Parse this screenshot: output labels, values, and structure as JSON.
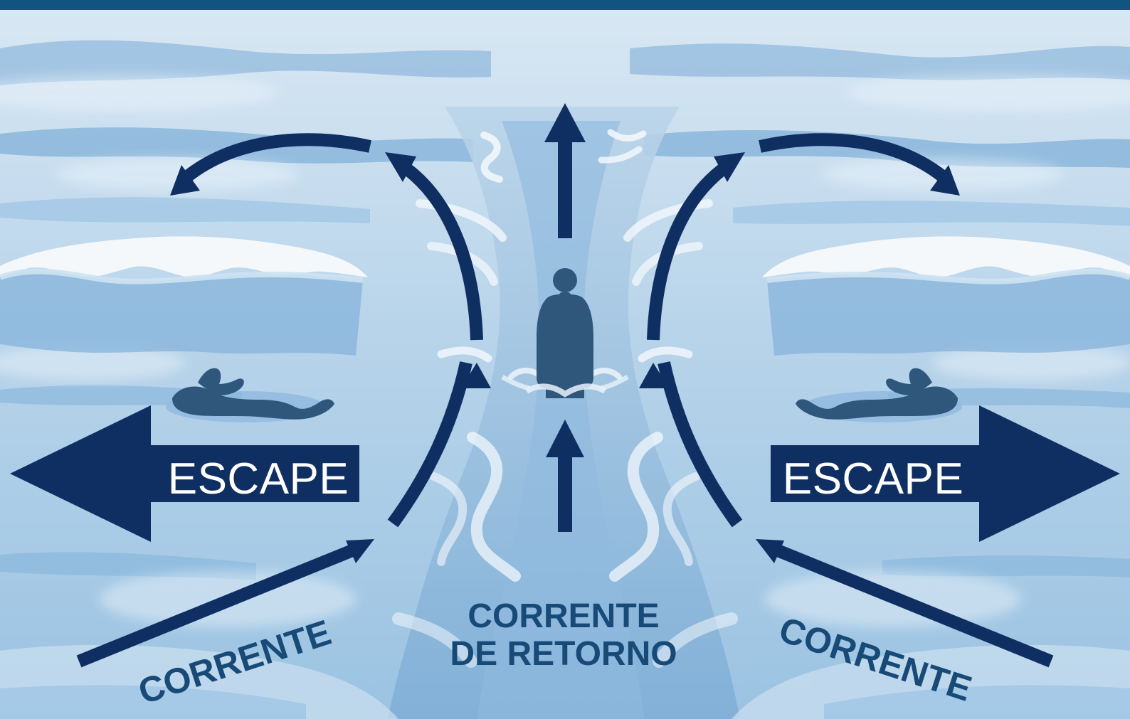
{
  "labels": {
    "escape_left": "ESCAPE",
    "escape_right": "ESCAPE",
    "current_left": "CORRENTE",
    "current_right": "CORRENTE",
    "rip_current_line1": "CORRENTE",
    "rip_current_line2": "DE RETORNO"
  },
  "colors": {
    "top_bar": "#11547f",
    "water_light": "#c6dced",
    "water_mid": "#8ab8dd",
    "water_deep": "#5f98c9",
    "foam": "#f2f7fb",
    "arrow_navy": "#0f2f63",
    "person": "#2f577c",
    "label_navy": "#174a78"
  },
  "icons": {
    "person": "standing-person-icon",
    "swimmer_left": "swimmer-icon",
    "swimmer_right": "swimmer-icon"
  }
}
